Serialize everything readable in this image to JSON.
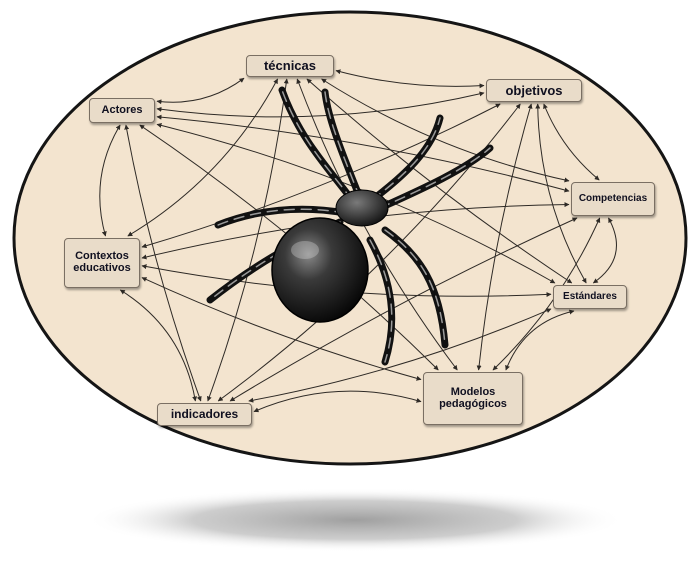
{
  "diagram": {
    "nodes": [
      {
        "id": "tecnicas",
        "label": "técnicas"
      },
      {
        "id": "objetivos",
        "label": "objetivos"
      },
      {
        "id": "actores",
        "label": "Actores"
      },
      {
        "id": "competencias",
        "label": "Competencias"
      },
      {
        "id": "contextos",
        "label": "Contextos\neducativos"
      },
      {
        "id": "estandares",
        "label": "Estándares"
      },
      {
        "id": "indicadores",
        "label": "indicadores"
      },
      {
        "id": "modelos",
        "label": "Modelos\npedagógicos"
      }
    ],
    "edges": [
      [
        "tecnicas",
        "objetivos"
      ],
      [
        "tecnicas",
        "actores"
      ],
      [
        "tecnicas",
        "competencias"
      ],
      [
        "tecnicas",
        "contextos"
      ],
      [
        "tecnicas",
        "estandares"
      ],
      [
        "tecnicas",
        "indicadores"
      ],
      [
        "tecnicas",
        "modelos"
      ],
      [
        "objetivos",
        "actores"
      ],
      [
        "objetivos",
        "competencias"
      ],
      [
        "objetivos",
        "contextos"
      ],
      [
        "objetivos",
        "estandares"
      ],
      [
        "objetivos",
        "indicadores"
      ],
      [
        "objetivos",
        "modelos"
      ],
      [
        "actores",
        "competencias"
      ],
      [
        "actores",
        "contextos"
      ],
      [
        "actores",
        "estandares"
      ],
      [
        "actores",
        "indicadores"
      ],
      [
        "actores",
        "modelos"
      ],
      [
        "competencias",
        "contextos"
      ],
      [
        "competencias",
        "estandares"
      ],
      [
        "competencias",
        "indicadores"
      ],
      [
        "competencias",
        "modelos"
      ],
      [
        "contextos",
        "estandares"
      ],
      [
        "contextos",
        "indicadores"
      ],
      [
        "contextos",
        "modelos"
      ],
      [
        "estandares",
        "indicadores"
      ],
      [
        "estandares",
        "modelos"
      ],
      [
        "indicadores",
        "modelos"
      ]
    ],
    "colors": {
      "ellipse_fill": "#f3e4cf",
      "ellipse_stroke": "#151515",
      "edge": "#2e2a26",
      "node_fill": "#e9dcc9",
      "spider_body": "#2b2b2b"
    },
    "illustration": "spider-icon"
  }
}
